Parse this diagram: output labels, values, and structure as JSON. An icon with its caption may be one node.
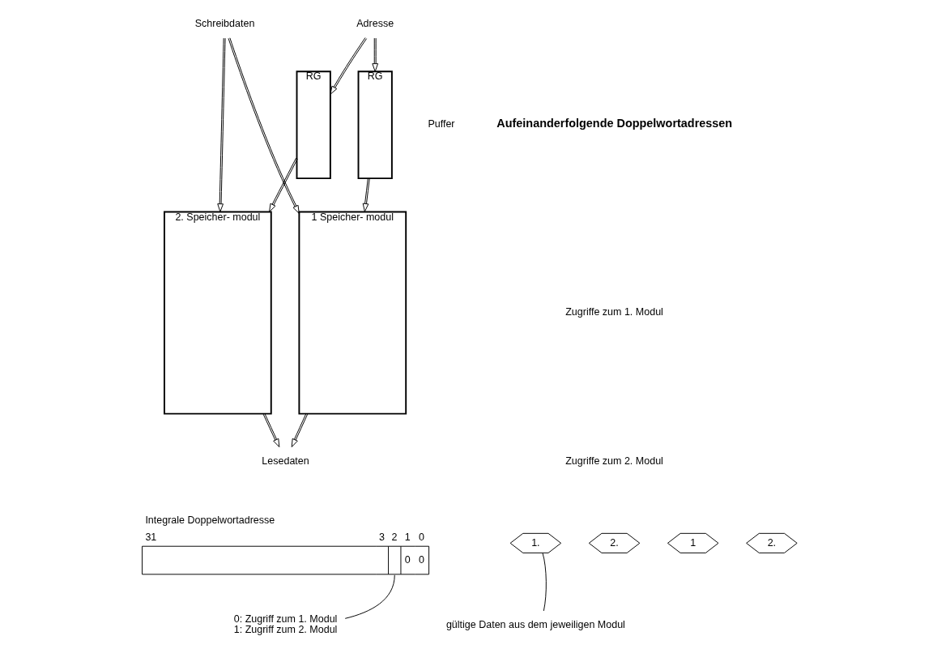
{
  "diagram": {
    "nodes": [
      {
        "text": [
          "Schreibdaten"
        ]
      },
      {
        "text": [
          "Adresse"
        ]
      },
      {
        "text": [
          "RG"
        ],
        "beside": [
          "Puffer"
        ]
      },
      {
        "text": [
          "1 Speicher- modul"
        ]
      },
      {
        "text": [
          "RG"
        ]
      },
      {
        "text": [
          "2. Speicher- modul"
        ]
      },
      {
        "text": [
          "Lesedaten"
        ]
      },
      {
        "text": [
          "Integrale Doppelwortadresse",
          "31",
          "3",
          "2",
          "1",
          "0",
          "0",
          "0"
        ]
      },
      {
        "text": [
          "0: Zugriff zum 1. Modul",
          "1: Zugriff zum 2. Modul"
        ]
      },
      {
        "text": [
          "1."
        ]
      },
      {
        "text": [
          "2."
        ]
      },
      {
        "text": [
          "1"
        ]
      },
      {
        "text": [
          "2."
        ]
      },
      {
        "text": [
          "gültige Daten aus dem jeweiligen Modul"
        ]
      }
    ],
    "edges": [
      {
        "from": 0,
        "to": 3,
        "arrow": "to"
      },
      {
        "from": 0,
        "to": 5,
        "arrow": "to"
      },
      {
        "from": 1,
        "to": 2,
        "arrow": "to"
      },
      {
        "from": 1,
        "to": 4,
        "arrow": "to"
      },
      {
        "from": 2,
        "to": 3,
        "arrow": "to"
      },
      {
        "from": 4,
        "to": 5,
        "arrow": "to"
      },
      {
        "from": 3,
        "to": 6,
        "arrow": "to"
      },
      {
        "from": 5,
        "to": 6,
        "arrow": "to"
      },
      {
        "from": 8,
        "to": 7,
        "arrow": "none"
      },
      {
        "from": 13,
        "to": 9,
        "arrow": "none"
      }
    ],
    "labels": [
      "Aufeinanderfolgende Doppelwortadressen",
      "Zugriffe zum 1. Modul",
      "Zugriffe zum 2. Modul"
    ]
  }
}
